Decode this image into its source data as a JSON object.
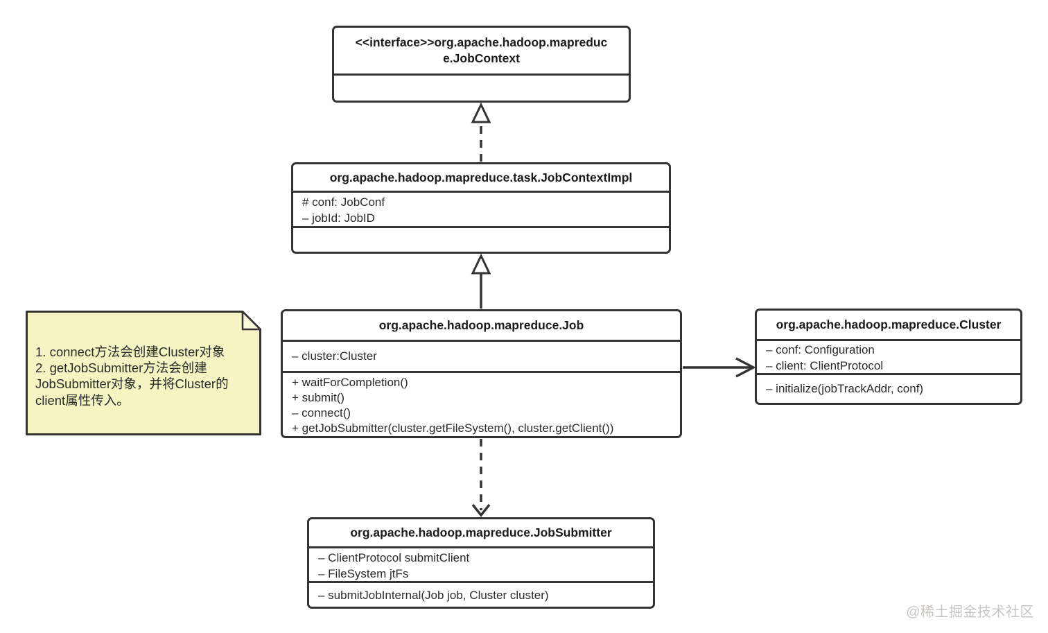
{
  "note": {
    "lines": [
      "1. connect方法会创建Cluster对象",
      "2. getJobSubmitter方法会创建",
      "JobSubmitter对象，并将Cluster的",
      "client属性传入。"
    ]
  },
  "classes": {
    "jobcontext": {
      "title_lines": [
        "<<interface>>org.apache.hadoop.mapreduc",
        "e.JobContext"
      ],
      "attributes": [],
      "methods": []
    },
    "jobcontextimpl": {
      "title": "org.apache.hadoop.mapreduce.task.JobContextImpl",
      "attributes": [
        "# conf: JobConf",
        "– jobId: JobID"
      ],
      "methods": []
    },
    "job": {
      "title": "org.apache.hadoop.mapreduce.Job",
      "attributes": [
        "– cluster:Cluster"
      ],
      "methods": [
        "+ waitForCompletion()",
        "+ submit()",
        "– connect()",
        "+ getJobSubmitter(cluster.getFileSystem(), cluster.getClient())"
      ]
    },
    "cluster": {
      "title": "org.apache.hadoop.mapreduce.Cluster",
      "attributes": [
        "– conf: Configuration",
        "– client: ClientProtocol"
      ],
      "methods": [
        "– initialize(jobTrackAddr, conf)"
      ]
    },
    "jobsubmitter": {
      "title": "org.apache.hadoop.mapreduce.JobSubmitter",
      "attributes": [
        "– ClientProtocol submitClient",
        "– FileSystem jtFs"
      ],
      "methods": [
        "– submitJobInternal(Job job, Cluster cluster)"
      ]
    }
  },
  "relationships": [
    {
      "type": "realization",
      "from": "org.apache.hadoop.mapreduce.task.JobContextImpl",
      "to": "<<interface>>org.apache.hadoop.mapreduce.JobContext",
      "line": "dashed",
      "head": "hollow-triangle"
    },
    {
      "type": "generalization",
      "from": "org.apache.hadoop.mapreduce.Job",
      "to": "org.apache.hadoop.mapreduce.task.JobContextImpl",
      "line": "solid",
      "head": "hollow-triangle"
    },
    {
      "type": "association",
      "from": "org.apache.hadoop.mapreduce.Job",
      "to": "org.apache.hadoop.mapreduce.Cluster",
      "line": "solid",
      "head": "open-arrow"
    },
    {
      "type": "dependency",
      "from": "org.apache.hadoop.mapreduce.Job",
      "to": "org.apache.hadoop.mapreduce.JobSubmitter",
      "line": "dashed",
      "head": "open-arrow"
    }
  ],
  "watermark": "@稀土掘金技术社区",
  "colors": {
    "line": "#333333",
    "box_fill": "#ffffff",
    "note_fill": "#f5f4c2",
    "note_fold_fill": "#faf9dc",
    "watermark": "#c8c5c2",
    "background": "#ffffff"
  }
}
